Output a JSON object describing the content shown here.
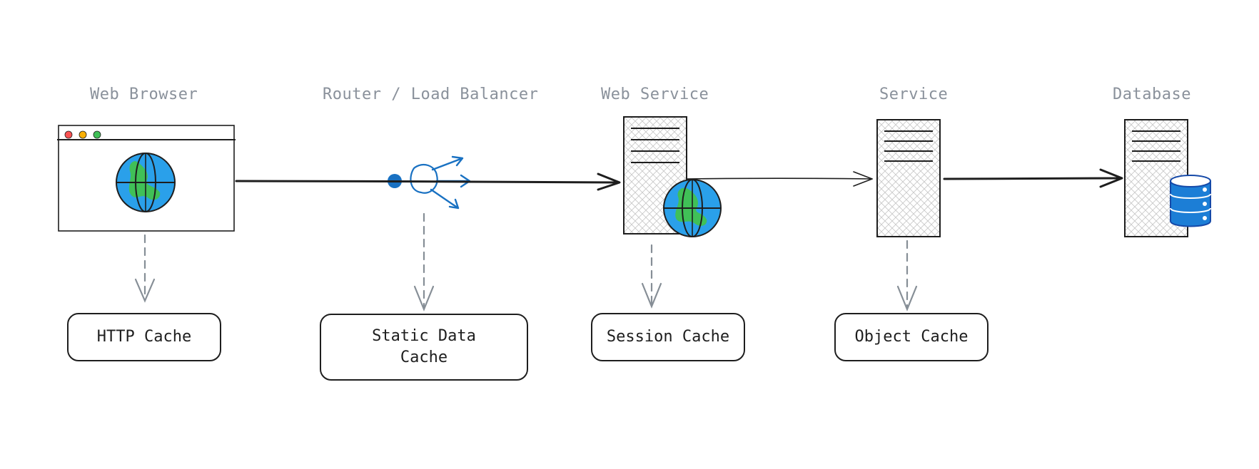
{
  "diagram": {
    "nodes": {
      "web_browser": {
        "label": "Web Browser"
      },
      "router": {
        "label": "Router / Load Balancer"
      },
      "web_service": {
        "label": "Web Service"
      },
      "service": {
        "label": "Service"
      },
      "database": {
        "label": "Database"
      }
    },
    "caches": {
      "http": {
        "label": "HTTP Cache"
      },
      "static": {
        "label": "Static Data\nCache"
      },
      "session": {
        "label": "Session Cache"
      },
      "object": {
        "label": "Object Cache"
      }
    },
    "icons": {
      "browser": "browser-window-icon",
      "globe": "globe-icon",
      "router": "router-icon",
      "server": "server-icon",
      "database": "database-cylinder-icon"
    },
    "colors": {
      "stroke": "#1e1e1e",
      "label": "#8a919b",
      "dashed": "#868e96",
      "accent_blue": "#1971c2",
      "globe_blue": "#2aa0ea",
      "globe_green": "#40c057",
      "db_blue": "#1c7ed6",
      "dot_red": "#fa5252",
      "dot_yellow": "#fab005",
      "dot_green": "#40c057"
    }
  }
}
